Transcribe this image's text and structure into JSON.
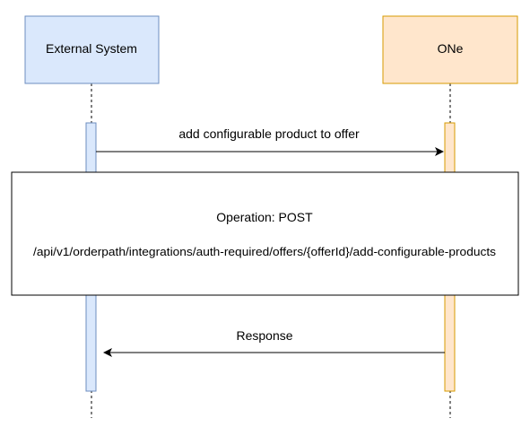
{
  "diagram": {
    "participants": [
      {
        "label": "External System",
        "fill": "#dae8fc",
        "stroke": "#6c8ebf"
      },
      {
        "label": "ONe",
        "fill": "#ffe6cc",
        "stroke": "#d79b00"
      }
    ],
    "messages": [
      {
        "label": "add configurable product to offer",
        "from": "External System",
        "to": "ONe"
      },
      {
        "label": "Response",
        "from": "ONe",
        "to": "External System"
      }
    ],
    "note": {
      "line1": "Operation: POST",
      "line2": "/api/v1/orderpath/integrations/auth-required/offers/{offerId}/add-configurable-products"
    }
  }
}
